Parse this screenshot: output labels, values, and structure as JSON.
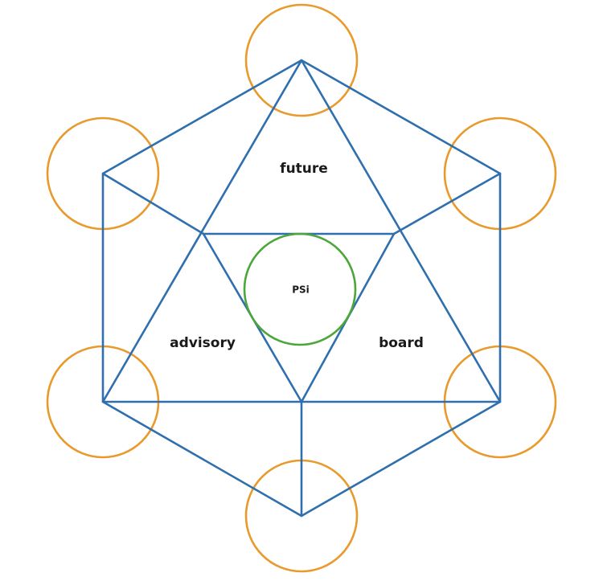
{
  "labels": {
    "top": "future",
    "left": "advisory",
    "right": "board",
    "center": "PSi"
  },
  "colors": {
    "edges": "#2f6fae",
    "outer_circles": "#e89a2c",
    "center_circle": "#4ca63a",
    "text": "#1a1a1a",
    "background": "#ffffff"
  }
}
